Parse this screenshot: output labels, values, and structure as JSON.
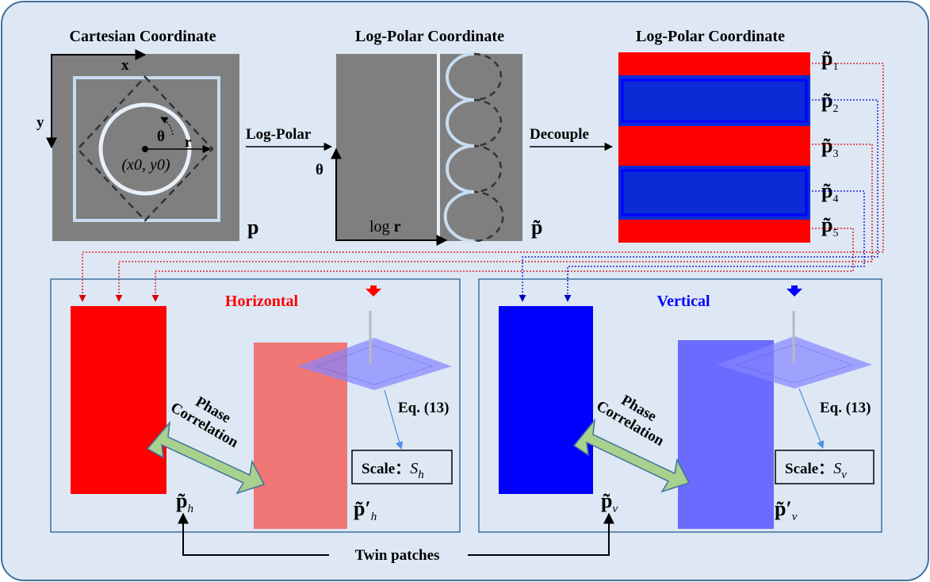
{
  "titles": {
    "cartesian": "Cartesian Coordinate",
    "logpolar1": "Log-Polar Coordinate",
    "logpolar2": "Log-Polar Coordinate"
  },
  "cartesian": {
    "axis_x": "x",
    "axis_y": "y",
    "theta": "θ",
    "radius": "r",
    "center_label": "(x0, y0)",
    "patch_symbol": "p"
  },
  "logpolar": {
    "axis_theta": "θ",
    "axis_log": "log",
    "axis_r": "r",
    "patch_symbol": "p̃"
  },
  "arrows": {
    "log_polar": "Log-Polar",
    "decouple": "Decouple"
  },
  "strips": [
    {
      "symbol": "p̃",
      "index": "1",
      "color": "red"
    },
    {
      "symbol": "p̃",
      "index": "2",
      "color": "blue"
    },
    {
      "symbol": "p̃",
      "index": "3",
      "color": "red"
    },
    {
      "symbol": "p̃",
      "index": "4",
      "color": "blue"
    },
    {
      "symbol": "p̃",
      "index": "5",
      "color": "red"
    }
  ],
  "horizontal": {
    "title": "Horizontal",
    "phase1": "Phase",
    "phase2": "Correlation",
    "eq": "Eq. (13)",
    "scale_label": "Scale：",
    "scale_sym": "S",
    "scale_sub": "h",
    "patch_sym": "p̃",
    "patch_sub": "h",
    "patch2_sym": "p̃′",
    "patch2_sub": "h"
  },
  "vertical": {
    "title": "Vertical",
    "phase1": "Phase",
    "phase2": "Correlation",
    "eq": "Eq. (13)",
    "scale_label": "Scale：",
    "scale_sym": "S",
    "scale_sub": "v",
    "patch_sym": "p̃",
    "patch_sub": "v",
    "patch2_sym": "p̃′",
    "patch2_sub": "v"
  },
  "twin_patches": "Twin patches",
  "colors": {
    "background": "#dde8f4",
    "frame": "#41719c",
    "gray_patch": "#7f7f7f",
    "circle": "#c8dcf0",
    "red": "#ff0000",
    "light_red": "#f07676",
    "blue": "#0000ff",
    "light_blue": "#6b6bff",
    "dark_blue_fill": "#0a2bd6",
    "arrow_green": "#a9d18e"
  }
}
